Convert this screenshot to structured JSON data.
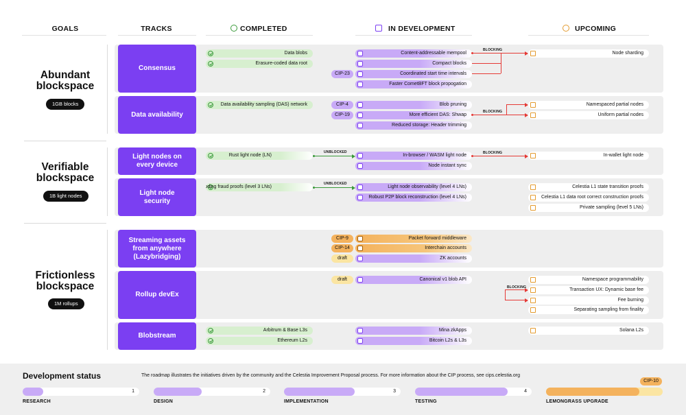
{
  "headers": {
    "goals": "GOALS",
    "tracks": "TRACKS",
    "completed": "COMPLETED",
    "in_development": "IN DEVELOPMENT",
    "upcoming": "UPCOMING"
  },
  "goals": [
    {
      "title": "Abundant blockspace",
      "badge": "1GB blocks"
    },
    {
      "title": "Verifiable blockspace",
      "badge": "1B light nodes"
    },
    {
      "title": "Frictionless blockspace",
      "badge": "1M rollups"
    }
  ],
  "tracks": {
    "consensus": "Consensus",
    "data_availability": "Data availability",
    "light_nodes": "Light nodes on every device",
    "light_node_security": "Light node security",
    "streaming": "Streaming assets from anywhere (Lazybridging)",
    "rollup_devex": "Rollup devEx",
    "blobstream": "Blobstream"
  },
  "completed": {
    "data_blobs": "Data blobs",
    "erasure": "Erasure-coded data root",
    "das": "Data availability sampling (DAS) network",
    "rust_ln": "Rust light node (LN)",
    "bad_encoding": "Bad encoding fraud proofs (level 3 LNs)",
    "arbitrum": "Arbitrum & Base L3s",
    "ethereum": "Ethereum L2s"
  },
  "in_development": {
    "content_mempool": "Content-addressable mempool",
    "compact_blocks": "Compact blocks",
    "coordinated": "Coordinated start time intervals",
    "faster_comet": "Faster CometBFT block propogation",
    "blob_pruning": "Blob pruning",
    "shwap": "More efficient DAS: Shwap",
    "reduced_storage": "Reduced storage: Header trimming",
    "wasm_ln": "In-browser / WASM light node",
    "instant_sync": "Node instant sync",
    "ln_observability": "Light node observability (level 4 LNs)",
    "robust_p2p": "Robust P2P block reconstruction (level 4 LNs)",
    "packet_forward": "Packet forward middleware",
    "interchain": "Interchain accounts",
    "zk_accounts": "ZK accounts",
    "canonical_blob": "Canonical v1 blob API",
    "mina": "Mina zkApps",
    "bitcoin": "Bitcoin L2s & L3s"
  },
  "upcoming": {
    "node_sharding": "Node sharding",
    "namespaced_partial": "Namespaced partial nodes",
    "uniform_partial": "Uniform partial nodes",
    "in_wallet": "In-wallet light node",
    "l1_state": "Celestia L1 state transition proofs",
    "l1_data_root": "Celestia L1 data root correct construction proofs",
    "private_sampling": "Private sampling (level 5 LNs)",
    "namespace_prog": "Namespace programmability",
    "tx_ux": "Transaction UX: Dynamic base fee",
    "fee_burning": "Fee burning",
    "separating": "Separating sampling from finality",
    "solana": "Solana L2s"
  },
  "cips": {
    "cip23": "CIP-23",
    "cip4": "CIP-4",
    "cip19": "CIP-19",
    "cip9": "CIP-9",
    "cip14": "CIP-14",
    "draft1": "draft",
    "draft2": "draft",
    "cip10": "CIP-10"
  },
  "tags": {
    "blocking": "BLOCKING",
    "unblocked": "UNBLOCKED"
  },
  "footer": {
    "title": "Development status",
    "description": "The roadmap illustrates the initiatives driven by the community and the Celestia Improvement Proposal process. For more information about the CIP process, see cips.celestia.org",
    "stages": [
      {
        "label": "RESEARCH",
        "num": "1"
      },
      {
        "label": "DESIGN",
        "num": "2"
      },
      {
        "label": "IMPLEMENTATION",
        "num": "3"
      },
      {
        "label": "TESTING",
        "num": "4"
      },
      {
        "label": "LEMONGRASS UPGRADE",
        "num": ""
      }
    ]
  },
  "colors": {
    "track": "#7b3ff2",
    "completed": "#d7efcf",
    "in_development": "#c8aaf7",
    "lazybridging": "#f4b25d",
    "draft": "#fbe5a2",
    "blocking": "#e53935",
    "unblocked": "#3a9a3a"
  }
}
